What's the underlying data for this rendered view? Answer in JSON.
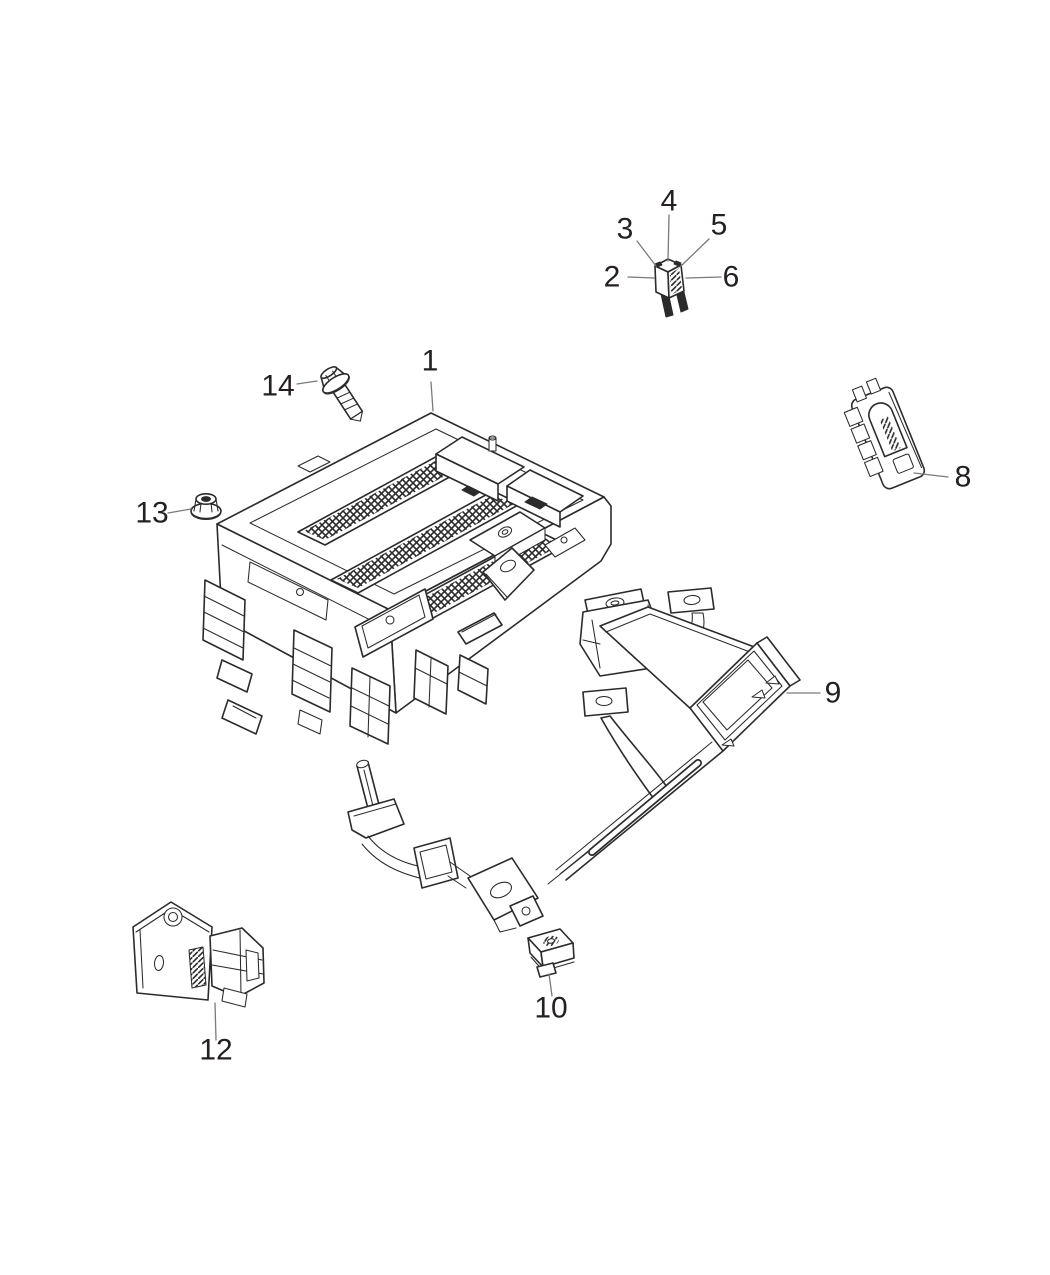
{
  "page": {
    "background_color": "#ffffff",
    "line_color": "#2b2b2b",
    "leader_line_color": "#7a7a7a",
    "label_color": "#242021"
  },
  "diagram": {
    "callouts": {
      "c1": {
        "label": "1"
      },
      "c2": {
        "label": "2"
      },
      "c3": {
        "label": "3"
      },
      "c4": {
        "label": "4"
      },
      "c5": {
        "label": "5"
      },
      "c6": {
        "label": "6"
      },
      "c8": {
        "label": "8"
      },
      "c9": {
        "label": "9"
      },
      "c10": {
        "label": "10"
      },
      "c12": {
        "label": "12"
      },
      "c13": {
        "label": "13"
      },
      "c14": {
        "label": "14"
      }
    }
  }
}
